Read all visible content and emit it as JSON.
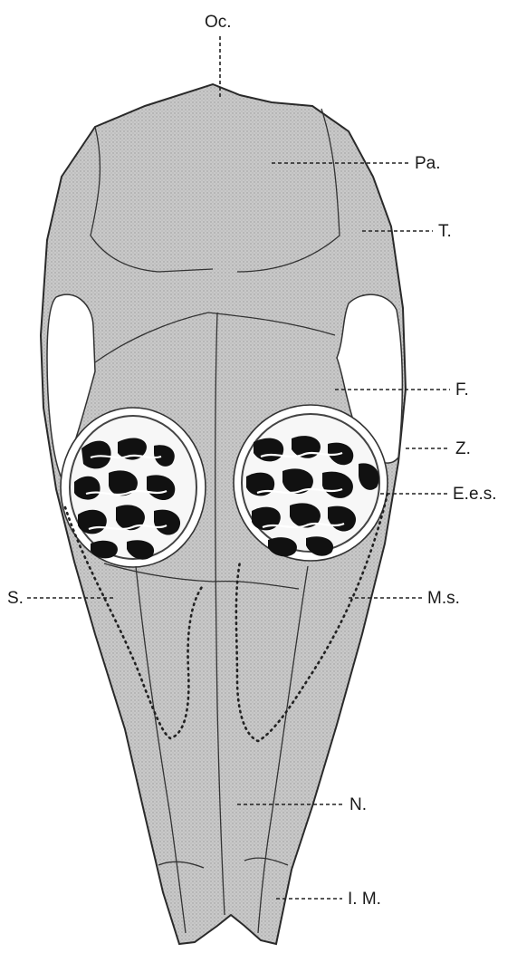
{
  "figure": {
    "labels": {
      "oc": "Oc.",
      "pa": "Pa.",
      "t": "T.",
      "f": "F.",
      "z": "Z.",
      "ees": "E.e.s.",
      "s": "S.",
      "ms": "M.s.",
      "n": "N.",
      "im": "I. M."
    }
  }
}
